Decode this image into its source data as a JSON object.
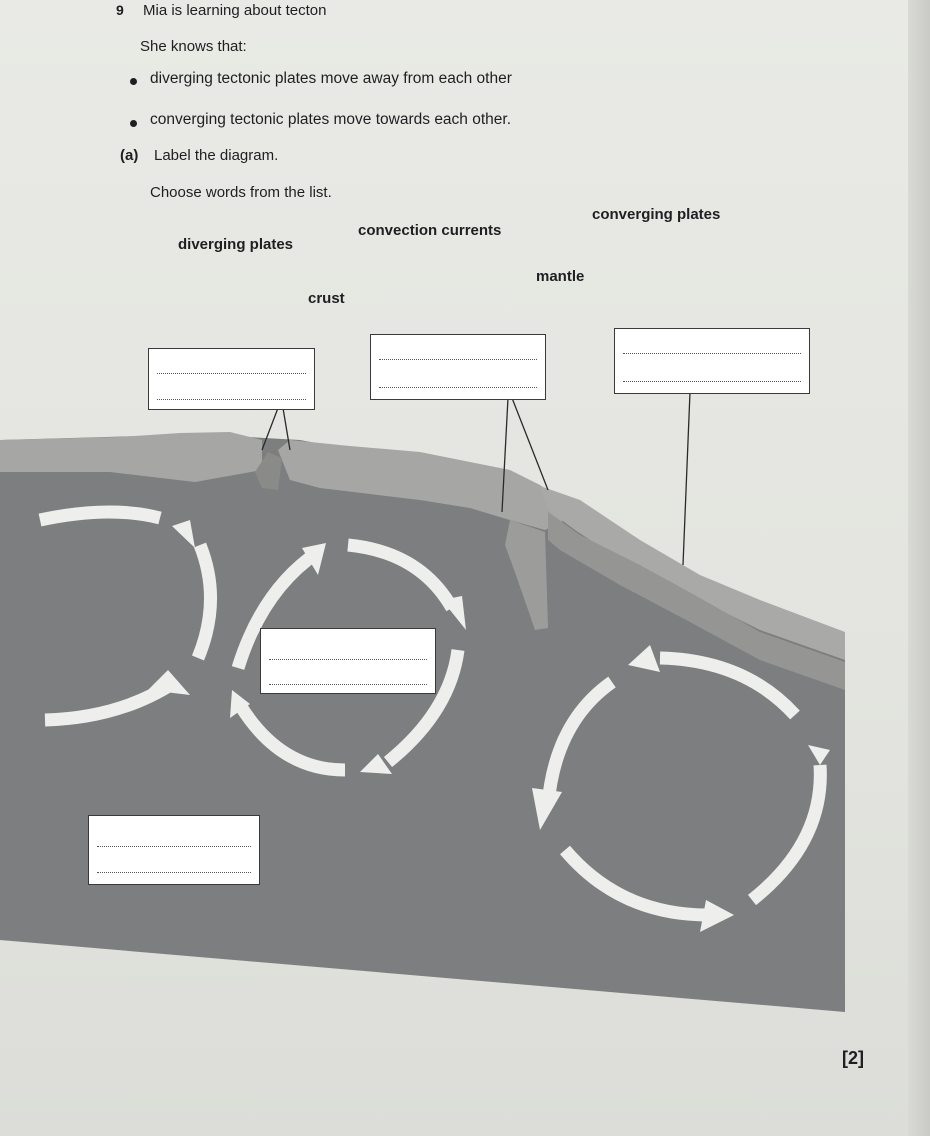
{
  "question": {
    "number": "9",
    "intro": "Mia is learning about tecton",
    "knows": "She knows that:",
    "bullets": [
      "diverging tectonic plates move away from each other",
      "converging tectonic plates move towards each other."
    ],
    "part_label": "(a)",
    "part_text": "Label the diagram.",
    "instruction": "Choose words from the list."
  },
  "word_list": {
    "diverging_plates": "diverging plates",
    "convection_currents": "convection currents",
    "converging_plates": "converging plates",
    "mantle": "mantle",
    "crust": "crust"
  },
  "marks": "[2]",
  "colors": {
    "paper": "#e6e7e2",
    "mantle": "#7d7e80",
    "crust_light": "#a9aaa8",
    "crust_mid": "#949593",
    "arrow": "#eeeeec",
    "box": "#ffffff"
  }
}
